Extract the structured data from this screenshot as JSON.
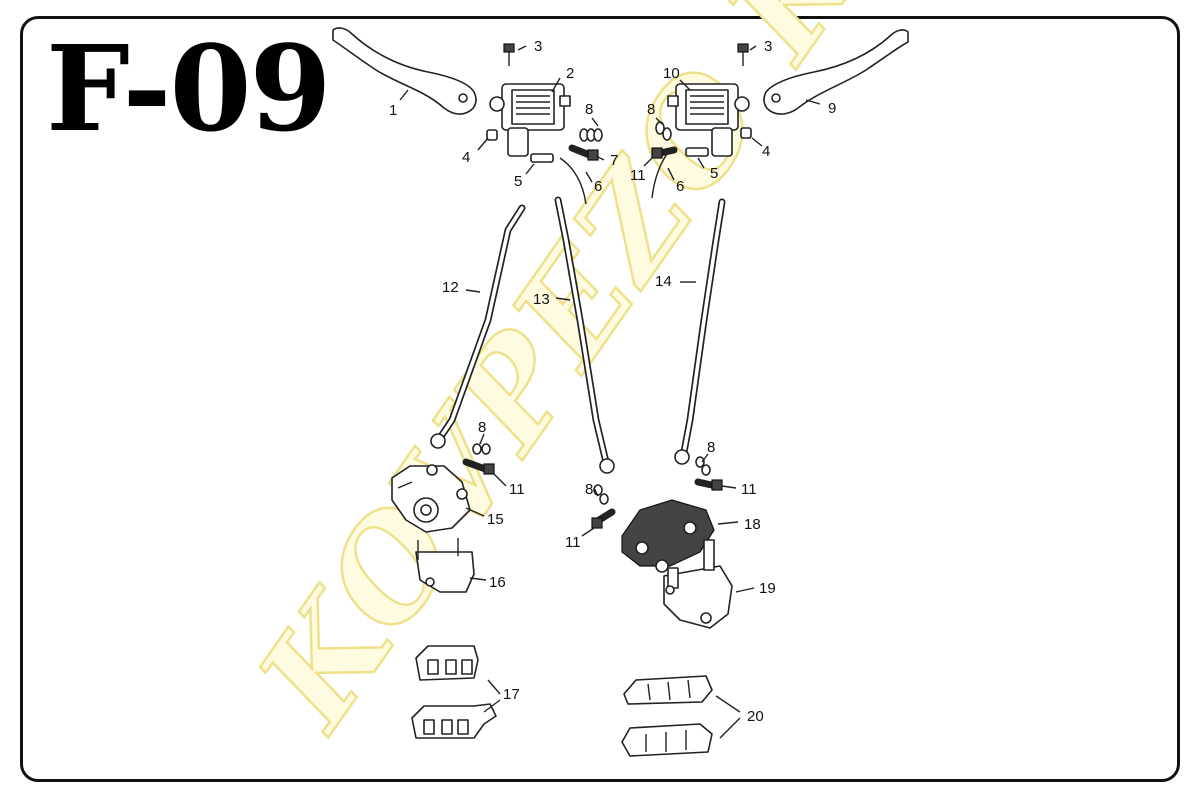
{
  "page_code": "F-09",
  "watermark": "KOVPEZO KFT.",
  "callouts": {
    "c1": "1",
    "c2": "2",
    "c3a": "3",
    "c3b": "3",
    "c4a": "4",
    "c4b": "4",
    "c5a": "5",
    "c5b": "5",
    "c6a": "6",
    "c6b": "6",
    "c7": "7",
    "c8a": "8",
    "c8b": "8",
    "c8c": "8",
    "c8d": "8",
    "c8e": "8",
    "c9": "9",
    "c10": "10",
    "c11a": "11",
    "c11b": "11",
    "c11c": "11",
    "c11d": "11",
    "c12": "12",
    "c13": "13",
    "c14": "14",
    "c15": "15",
    "c16": "16",
    "c17": "17",
    "c18": "18",
    "c19": "19",
    "c20": "20"
  }
}
